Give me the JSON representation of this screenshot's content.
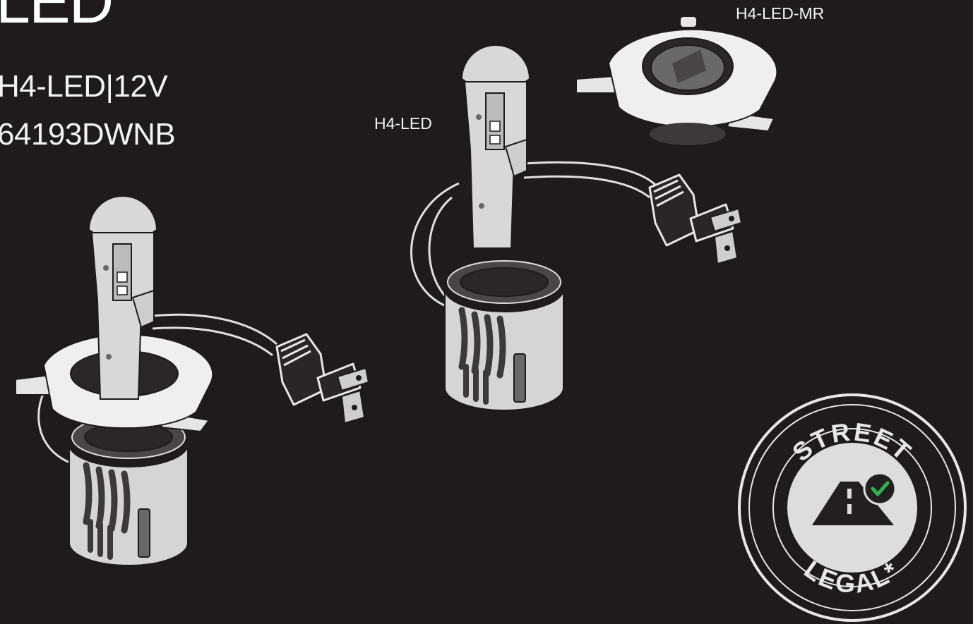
{
  "heading": "LED",
  "specs": {
    "line1": "H4-LED|12V",
    "line2": "64193DWNB"
  },
  "callouts": {
    "led": "H4-LED",
    "mr": "H4-LED-MR"
  },
  "badge": {
    "top_text": "STREET",
    "bottom_text": "LEGAL*"
  },
  "colors": {
    "background": "#1e1a1d",
    "product_light": "#d9d7d8",
    "product_dark": "#6b6868",
    "badge_check": "#2fb34a"
  }
}
